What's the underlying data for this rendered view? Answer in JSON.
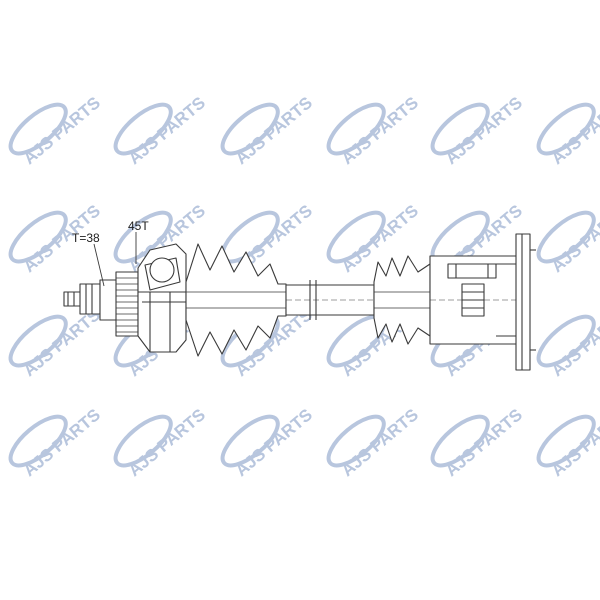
{
  "watermark": {
    "text": "AJS PARTS",
    "color": "#b8c6de",
    "icon": "ajs-parts-logo-watermark"
  },
  "diagram": {
    "subject": "drive-shaft",
    "line_color": "#3a3a3a",
    "fill_color": "#ffffff",
    "labels": {
      "teeth_outer": "T=38",
      "teeth_spline": "45T"
    }
  }
}
